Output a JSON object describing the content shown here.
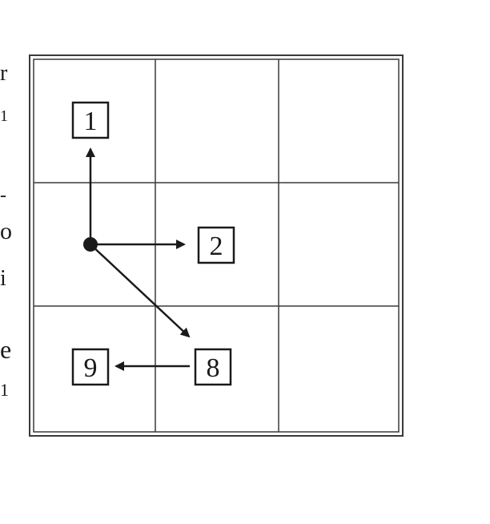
{
  "diagram": {
    "grid": {
      "rows": 3,
      "columns": 3,
      "line_color": "#3a3a3a",
      "frame": "double-line"
    },
    "origin_point": {
      "row": 1,
      "col": 0,
      "label": ""
    },
    "boxes": [
      {
        "id": "box-1",
        "label": "1",
        "row": 0,
        "col": 0
      },
      {
        "id": "box-2",
        "label": "2",
        "row": 1,
        "col": 1
      },
      {
        "id": "box-8",
        "label": "8",
        "row": 2,
        "col": 1
      },
      {
        "id": "box-9",
        "label": "9",
        "row": 2,
        "col": 0
      }
    ],
    "arrows": [
      {
        "id": "arrow-origin-to-1",
        "from": "origin",
        "to": "box-1"
      },
      {
        "id": "arrow-origin-to-2",
        "from": "origin",
        "to": "box-2"
      },
      {
        "id": "arrow-origin-to-8",
        "from": "origin",
        "to": "box-8"
      },
      {
        "id": "arrow-8-to-9",
        "from": "box-8",
        "to": "box-9"
      }
    ],
    "colors": {
      "ink": "#1a1a1a",
      "grid": "#3a3a3a",
      "background": "#ffffff"
    }
  },
  "margin_text": [
    "r",
    "1",
    "-",
    "o",
    "i",
    "e",
    "1"
  ]
}
